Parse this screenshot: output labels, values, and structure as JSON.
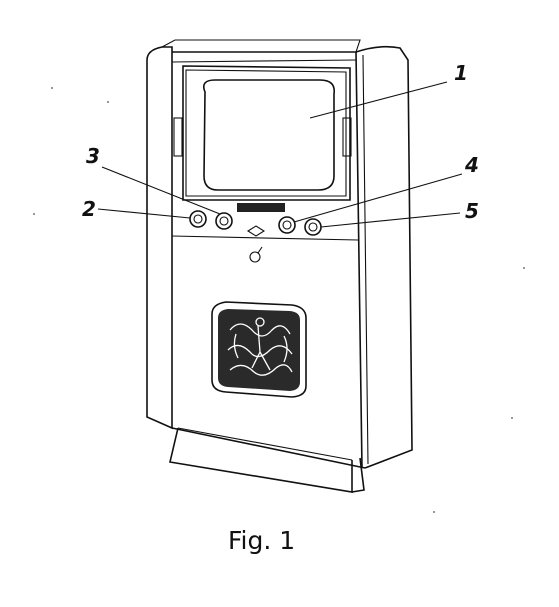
{
  "figure": {
    "caption": "Fig. 1",
    "callouts": [
      {
        "id": "1",
        "text": "1"
      },
      {
        "id": "2",
        "text": "2"
      },
      {
        "id": "3",
        "text": "3"
      },
      {
        "id": "4",
        "text": "4"
      },
      {
        "id": "5",
        "text": "5"
      }
    ]
  },
  "colors": {
    "line": "#111111",
    "background": "#ffffff",
    "screen": "#ffffff",
    "ornament": "#2a2a2a"
  }
}
